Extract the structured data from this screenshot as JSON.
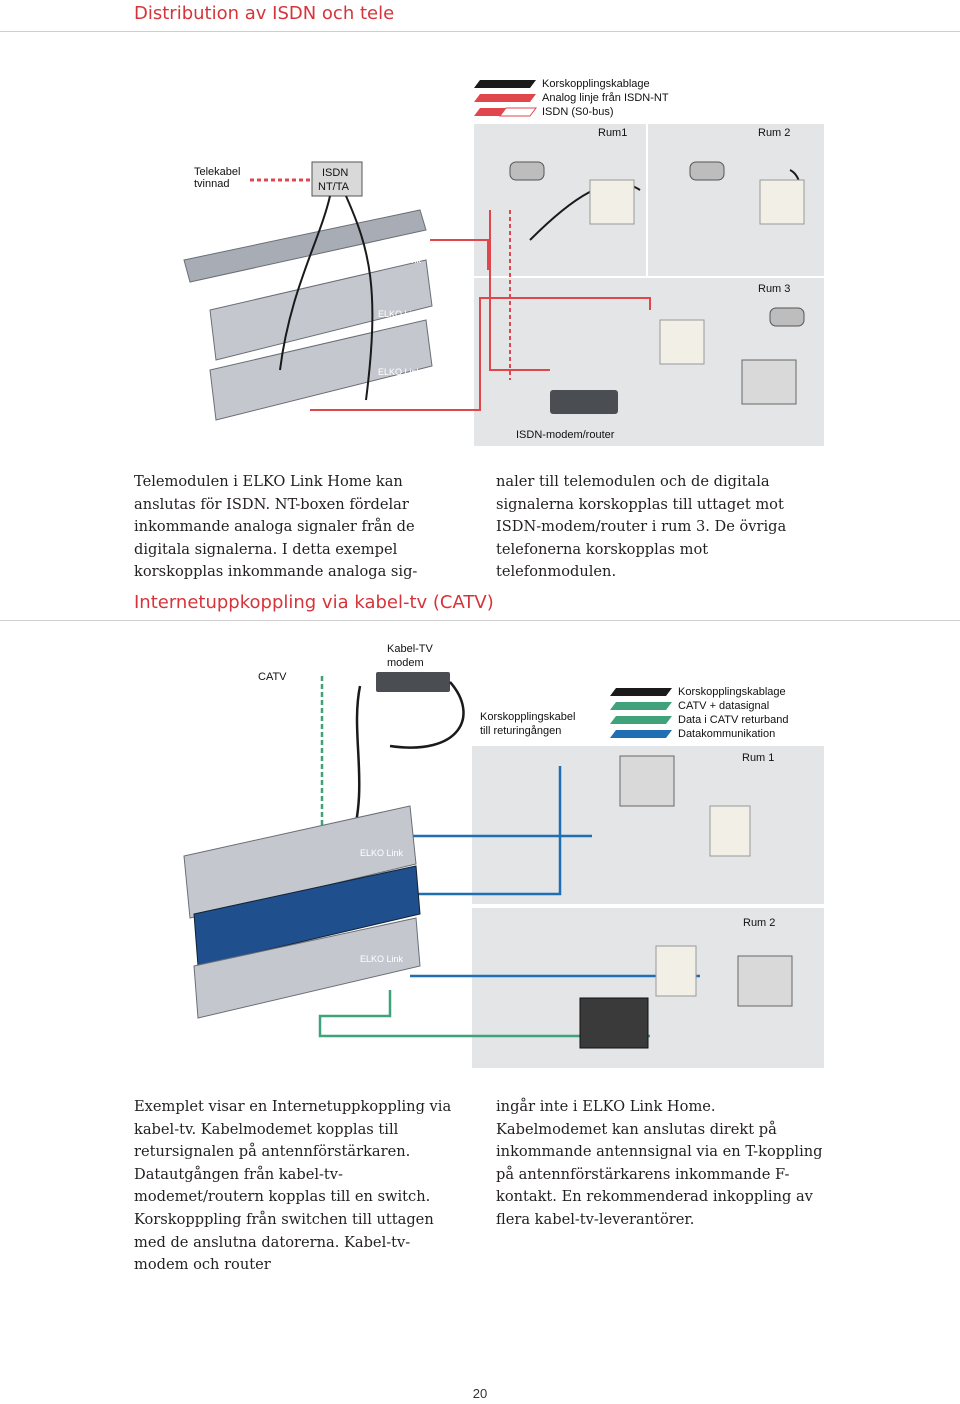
{
  "section1": {
    "title": "Distribution av ISDN och tele",
    "legend": [
      "Korskopplingskablage",
      "Analog linje från ISDN-NT",
      "ISDN (S0-bus)"
    ],
    "labels": {
      "telekabel": "Telekabel",
      "tvinnad": "tvinnad",
      "isdn": "ISDN",
      "ntta": "NT/TA",
      "rum1": "Rum1",
      "rum2": "Rum 2",
      "rum3": "Rum 3",
      "modem": "ISDN-modem/router",
      "brand": "ELKO Link"
    },
    "text_left": "Telemodulen i ELKO Link Home kan anslutas för ISDN. NT-boxen fördelar inkommande analoga signaler från de digitala signalerna. I detta exempel korskopplas inkommande analoga sig-",
    "text_right": "naler till telemodulen och de digitala signalerna korskopplas till uttaget mot ISDN-modem/router i rum 3. De övriga telefonerna korskopplas mot telefonmodulen."
  },
  "section2": {
    "title": "Internetuppkoppling via kabel-tv (CATV)",
    "legend": [
      "Korskopplingskablage",
      "CATV + datasignal",
      "Data i CATV returband",
      "Datakommunikation"
    ],
    "labels": {
      "catv": "CATV",
      "kabeltv": "Kabel-TV",
      "modem": "modem",
      "kors1": "Korskopplingskabel",
      "kors2": "till returingången",
      "rum1": "Rum 1",
      "rum2": "Rum 2",
      "brand": "ELKO Link"
    },
    "text_left": "Exemplet visar en Internetuppkoppling via kabel-tv. Kabelmodemet kopplas till retursignalen på antennförstärkaren. Datautgången från kabel-tv-modemet/routern kopplas till en switch. Korskopppling från switchen till uttagen med de anslutna datorerna. Kabel-tv-modem och router",
    "text_right": "ingår inte i ELKO Link Home. Kabelmodemet kan anslutas direkt på inkommande antennsignal via en T-koppling på antennförstärkarens inkommande F-kontakt. En rekommenderad inkoppling av flera kabel-tv-leverantörer."
  },
  "page_number": "20",
  "colors": {
    "accent": "#d6343a",
    "isdn_red": "#e0474c",
    "catv_green": "#3fa27a",
    "data_blue": "#1f6fb2",
    "room_bg": "#e4e5e7"
  }
}
